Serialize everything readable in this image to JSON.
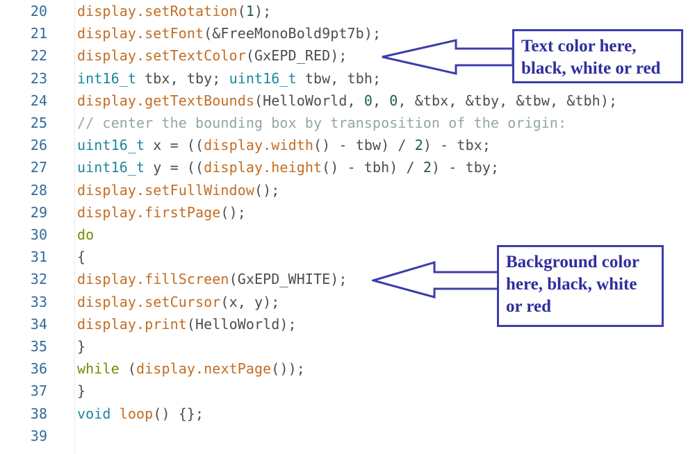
{
  "code_lines": [
    {
      "n": "20",
      "tokens": [
        {
          "t": "display.",
          "c": "func"
        },
        {
          "t": "setRotation",
          "c": "func"
        },
        {
          "t": "(",
          "c": "text"
        },
        {
          "t": "1",
          "c": "num"
        },
        {
          "t": ");",
          "c": "text"
        }
      ]
    },
    {
      "n": "21",
      "tokens": [
        {
          "t": "display.",
          "c": "func"
        },
        {
          "t": "setFont",
          "c": "func"
        },
        {
          "t": "(&FreeMonoBold9pt7b);",
          "c": "text"
        }
      ]
    },
    {
      "n": "22",
      "tokens": [
        {
          "t": "display.",
          "c": "func"
        },
        {
          "t": "setTextColor",
          "c": "func"
        },
        {
          "t": "(GxEPD_RED);",
          "c": "text"
        }
      ]
    },
    {
      "n": "23",
      "tokens": [
        {
          "t": "int16_t",
          "c": "type"
        },
        {
          "t": " tbx, tby; ",
          "c": "text"
        },
        {
          "t": "uint16_t",
          "c": "type"
        },
        {
          "t": " tbw, tbh;",
          "c": "text"
        }
      ]
    },
    {
      "n": "24",
      "tokens": [
        {
          "t": "display.",
          "c": "func"
        },
        {
          "t": "getTextBounds",
          "c": "func"
        },
        {
          "t": "(HelloWorld, ",
          "c": "text"
        },
        {
          "t": "0",
          "c": "num"
        },
        {
          "t": ", ",
          "c": "text"
        },
        {
          "t": "0",
          "c": "num"
        },
        {
          "t": ", &tbx, &tby, &tbw, &tbh);",
          "c": "text"
        }
      ]
    },
    {
      "n": "25",
      "tokens": [
        {
          "t": "// center the bounding box by transposition of the origin:",
          "c": "comment"
        }
      ]
    },
    {
      "n": "26",
      "tokens": [
        {
          "t": "uint16_t",
          "c": "type"
        },
        {
          "t": " x = ((",
          "c": "text"
        },
        {
          "t": "display.",
          "c": "func"
        },
        {
          "t": "width",
          "c": "func"
        },
        {
          "t": "() - tbw) / ",
          "c": "text"
        },
        {
          "t": "2",
          "c": "num"
        },
        {
          "t": ") - tbx;",
          "c": "text"
        }
      ]
    },
    {
      "n": "27",
      "tokens": [
        {
          "t": "uint16_t",
          "c": "type"
        },
        {
          "t": " y = ((",
          "c": "text"
        },
        {
          "t": "display.",
          "c": "func"
        },
        {
          "t": "height",
          "c": "func"
        },
        {
          "t": "() - tbh) / ",
          "c": "text"
        },
        {
          "t": "2",
          "c": "num"
        },
        {
          "t": ") - tby;",
          "c": "text"
        }
      ]
    },
    {
      "n": "28",
      "tokens": [
        {
          "t": "display.",
          "c": "func"
        },
        {
          "t": "setFullWindow",
          "c": "func"
        },
        {
          "t": "();",
          "c": "text"
        }
      ]
    },
    {
      "n": "29",
      "tokens": [
        {
          "t": "display.",
          "c": "func"
        },
        {
          "t": "firstPage",
          "c": "func"
        },
        {
          "t": "();",
          "c": "text"
        }
      ]
    },
    {
      "n": "30",
      "tokens": [
        {
          "t": "do",
          "c": "kw"
        }
      ]
    },
    {
      "n": "31",
      "tokens": [
        {
          "t": "{",
          "c": "text"
        }
      ]
    },
    {
      "n": "32",
      "tokens": [
        {
          "t": "display.",
          "c": "func"
        },
        {
          "t": "fillScreen",
          "c": "func"
        },
        {
          "t": "(GxEPD_WHITE);",
          "c": "text"
        }
      ]
    },
    {
      "n": "33",
      "tokens": [
        {
          "t": "display.",
          "c": "func"
        },
        {
          "t": "setCursor",
          "c": "func"
        },
        {
          "t": "(x, y);",
          "c": "text"
        }
      ]
    },
    {
      "n": "34",
      "tokens": [
        {
          "t": "display.",
          "c": "func"
        },
        {
          "t": "print",
          "c": "func"
        },
        {
          "t": "(HelloWorld);",
          "c": "text"
        }
      ]
    },
    {
      "n": "35",
      "tokens": [
        {
          "t": "}",
          "c": "text"
        }
      ]
    },
    {
      "n": "36",
      "tokens": [
        {
          "t": "while",
          "c": "kw"
        },
        {
          "t": " (",
          "c": "text"
        },
        {
          "t": "display.",
          "c": "func"
        },
        {
          "t": "nextPage",
          "c": "func"
        },
        {
          "t": "());",
          "c": "text"
        }
      ]
    },
    {
      "n": "37",
      "tokens": [
        {
          "t": "}",
          "c": "text"
        }
      ]
    },
    {
      "n": "38",
      "tokens": [
        {
          "t": "void",
          "c": "type"
        },
        {
          "t": " ",
          "c": "text"
        },
        {
          "t": "loop",
          "c": "func"
        },
        {
          "t": "() {};",
          "c": "text"
        }
      ]
    },
    {
      "n": "39",
      "tokens": []
    }
  ],
  "callouts": {
    "text_color": {
      "line1": "Text color here,",
      "line2": "black, white or red"
    },
    "background_color": {
      "line1": "Background color",
      "line2": "here, black, white",
      "line3": "or red"
    }
  },
  "colors": {
    "line_number": "#2f6a9e",
    "function": "#c36d23",
    "type": "#1a879f",
    "number": "#1f5b4c",
    "keyword": "#728e00",
    "comment": "#95a5a6",
    "text": "#4d4d4d",
    "callout": "#3d3dab"
  },
  "icons": {
    "callout_arrow": "arrow-left-icon"
  }
}
